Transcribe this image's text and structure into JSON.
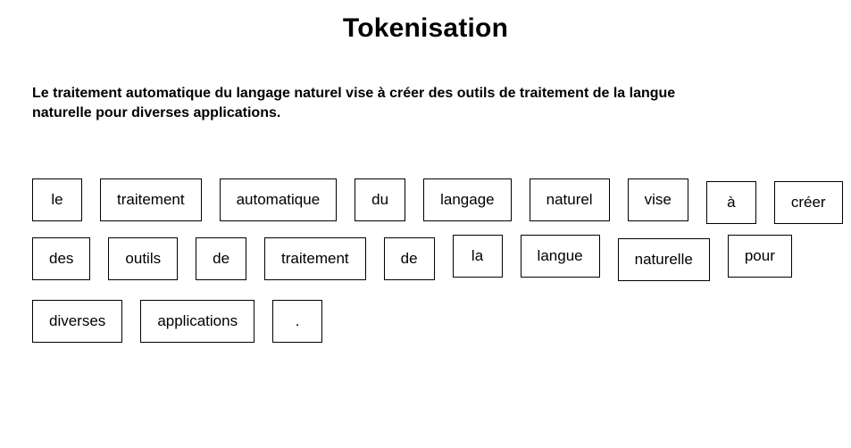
{
  "title": "Tokenisation",
  "paragraph": {
    "line1": "Le traitement automatique du langage naturel vise à créer des outils de traitement de la langue",
    "line2": "naturelle pour diverses applications."
  },
  "tokens": {
    "rows": [
      [
        "le",
        "traitement",
        "automatique",
        "du",
        "langage",
        "naturel",
        "vise",
        "à",
        "créer"
      ],
      [
        "des",
        "outils",
        "de",
        "traitement",
        "de",
        "la",
        "langue",
        "naturelle",
        "pour"
      ],
      [
        "diverses",
        "applications",
        "."
      ]
    ]
  },
  "colors": {
    "background": "#ffffff",
    "text": "#000000",
    "box_border": "#000000"
  }
}
